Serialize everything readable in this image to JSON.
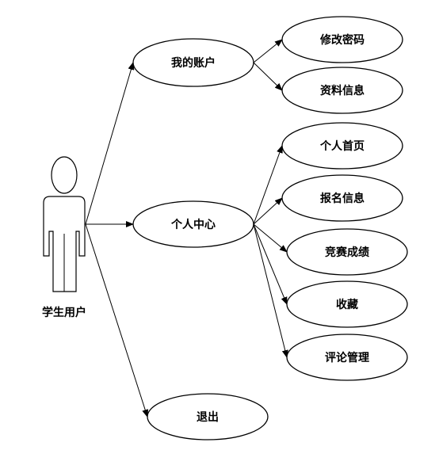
{
  "actor": {
    "label": "学生用户"
  },
  "nodes": {
    "my_account": "我的账户",
    "change_password": "修改密码",
    "profile_info": "资料信息",
    "personal_center": "个人中心",
    "personal_home": "个人首页",
    "registration_info": "报名信息",
    "competition_results": "竞赛成绩",
    "favorites": "收藏",
    "comment_management": "评论管理",
    "logout": "退出"
  },
  "edges": [
    {
      "from": "actor",
      "to": "my_account"
    },
    {
      "from": "actor",
      "to": "personal_center"
    },
    {
      "from": "actor",
      "to": "logout"
    },
    {
      "from": "my_account",
      "to": "change_password"
    },
    {
      "from": "my_account",
      "to": "profile_info"
    },
    {
      "from": "personal_center",
      "to": "personal_home"
    },
    {
      "from": "personal_center",
      "to": "registration_info"
    },
    {
      "from": "personal_center",
      "to": "competition_results"
    },
    {
      "from": "personal_center",
      "to": "favorites"
    },
    {
      "from": "personal_center",
      "to": "comment_management"
    }
  ]
}
